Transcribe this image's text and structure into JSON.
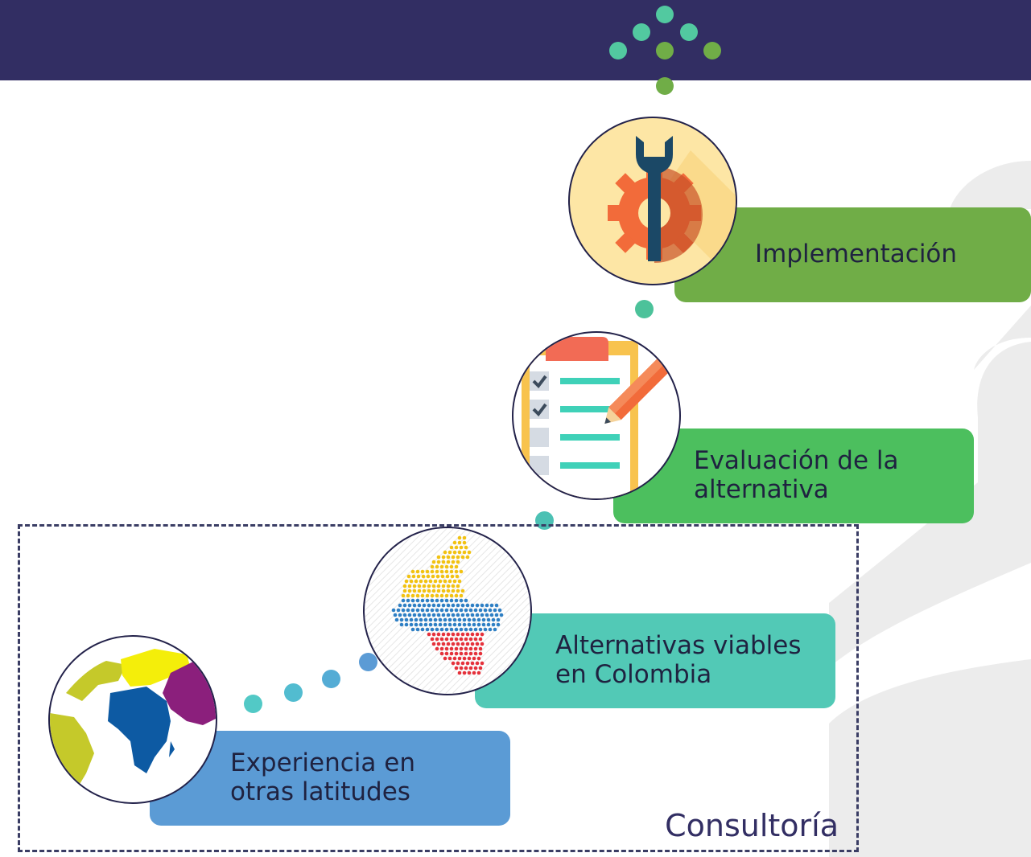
{
  "steps": [
    {
      "id": "implementation",
      "text": "Implementación",
      "color": "#70ad47",
      "icon": "wrench-gear-icon"
    },
    {
      "id": "evaluation",
      "line1": "Evaluación de la",
      "line2": "alternativa",
      "color": "#4cbf5e",
      "icon": "checklist-icon"
    },
    {
      "id": "alternatives",
      "line1": "Alternativas viables",
      "line2": "en Colombia",
      "color": "#52c9b6",
      "icon": "colombia-map-icon"
    },
    {
      "id": "experience",
      "line1": "Experiencia en",
      "line2": "otras latitudes",
      "color": "#5b9bd5",
      "icon": "globe-icon"
    }
  ],
  "group": {
    "label": "Consultoría"
  },
  "colors": {
    "header": "#322e63",
    "text": "#1f2240",
    "frame": "#3a3d64"
  }
}
